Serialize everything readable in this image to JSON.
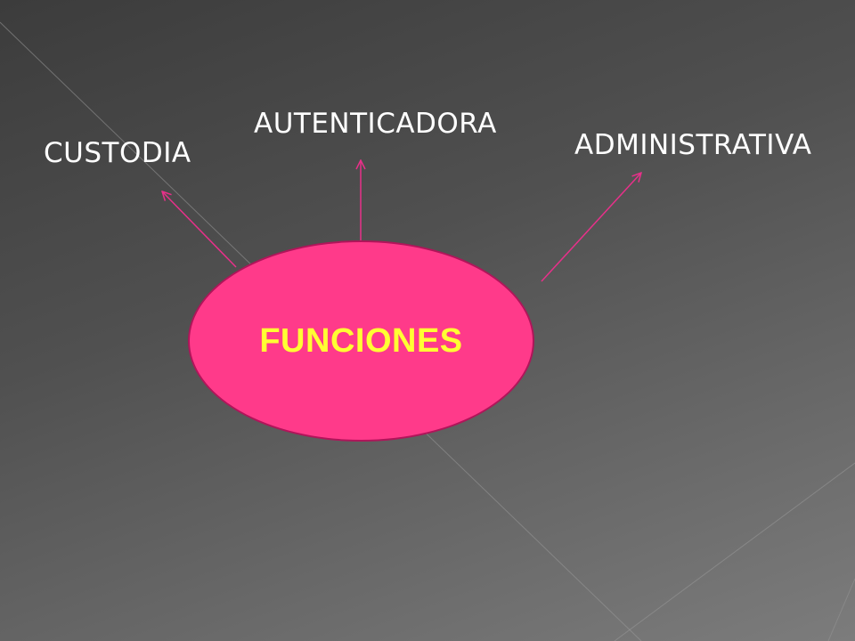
{
  "diagram": {
    "center": "FUNCIONES",
    "branches": [
      "CUSTODIA",
      "AUTENTICADORA",
      "ADMINISTRATIVA"
    ]
  },
  "colors": {
    "center_fill": "#ff3a8a",
    "center_border": "#b0155a",
    "center_text": "#ffff33",
    "connector": "#e8308a",
    "label_text": "#ffffff"
  }
}
